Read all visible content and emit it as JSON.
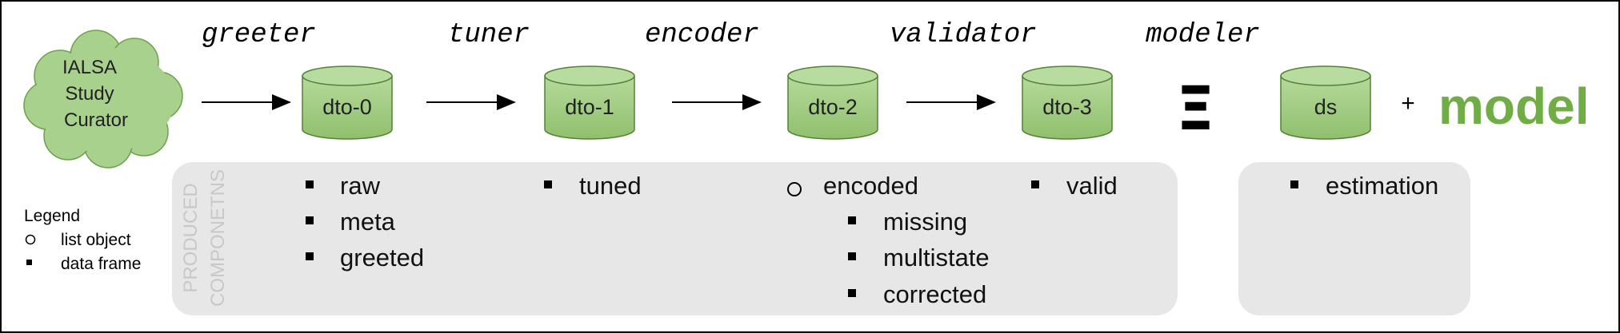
{
  "curator": {
    "lines": [
      "IALSA",
      "Study",
      "Curator"
    ]
  },
  "steps": [
    {
      "name": "greeter"
    },
    {
      "name": "tuner"
    },
    {
      "name": "encoder"
    },
    {
      "name": "validator"
    },
    {
      "name": "modeler"
    }
  ],
  "cylinders": [
    {
      "label": "dto-0"
    },
    {
      "label": "dto-1"
    },
    {
      "label": "dto-2"
    },
    {
      "label": "dto-3"
    },
    {
      "label": "ds"
    }
  ],
  "equiv_symbol": "Ξ",
  "plus": "+",
  "model_word": "model",
  "panel_label": [
    "PRODUCED",
    "COMPONETNS"
  ],
  "components": {
    "dto0": [
      "raw",
      "meta",
      "greeted"
    ],
    "dto1": [
      "tuned"
    ],
    "dto2_parent": "encoded",
    "dto2_children": [
      "missing",
      "multistate",
      "corrected"
    ],
    "dto3": [
      "valid"
    ],
    "ds": [
      "estimation"
    ]
  },
  "legend": {
    "title": "Legend",
    "items": [
      {
        "symbol": "○",
        "text": "list object"
      },
      {
        "symbol": "▪",
        "text": "data frame"
      }
    ]
  },
  "colors": {
    "green_fill": "#a9d18e",
    "green_dark": "#548235",
    "model_green": "#70ad47",
    "panel_gray": "#e7e7e7",
    "panel_text": "#c8c8c8"
  }
}
